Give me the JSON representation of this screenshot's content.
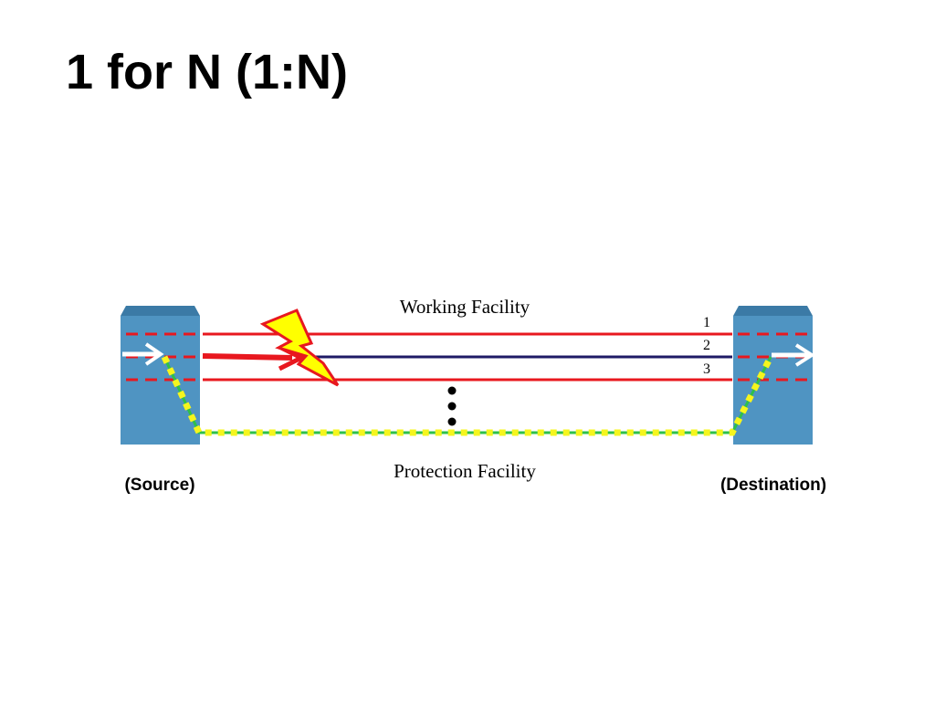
{
  "slide": {
    "title": "1 for N (1:N)"
  },
  "diagram": {
    "working_label": "Working Facility",
    "protection_label": "Protection Facility",
    "source_label": "(Source)",
    "destination_label": "(Destination)",
    "channels": [
      {
        "number": "1",
        "status": "normal"
      },
      {
        "number": "2",
        "status": "failed"
      },
      {
        "number": "3",
        "status": "normal"
      }
    ],
    "colors": {
      "node_fill": "#4f94c2",
      "node_top": "#3b7aa6",
      "working_line": "#e8181f",
      "failed_line": "#1e1a66",
      "protection_dash": "#f5f51e",
      "protection_base": "#2ec04a",
      "signal_arrow": "#ffffff",
      "fault_fill": "#ffff00",
      "fault_stroke": "#e8181f"
    }
  }
}
